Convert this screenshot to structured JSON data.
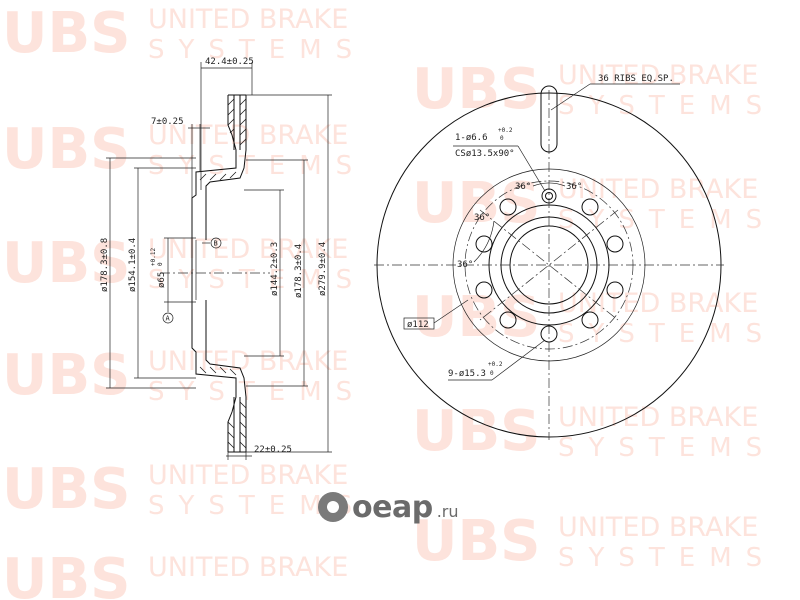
{
  "watermark": {
    "logo": "UBS",
    "line1": "UNITED BRAKE",
    "line2": "SYSTEMS"
  },
  "side_view": {
    "overall_width": "42.4±0.25",
    "hat_thickness": "7±0.25",
    "pad_thickness": "22±0.25",
    "diameter_178_outer": "ø178.3±0.8",
    "diameter_154": "ø154.1±0.4",
    "diameter_65": "ø65",
    "diameter_65_tol_top": "+0.12",
    "diameter_65_tol_bottom": "0",
    "diameter_144": "ø144.2±0.3",
    "diameter_178_inner": "ø178.3±0.4",
    "diameter_279": "ø279.9±0.4",
    "datum_a": "A",
    "datum_b": "B"
  },
  "front_view": {
    "ribs": "36 RIBS EQ.SP.",
    "hole_small_prefix": "1-ø6.6",
    "hole_small_tol_top": "+0.2",
    "hole_small_tol_bottom": "0",
    "countersink": "CSø13.5x90°",
    "pcd": "ø112",
    "bolt_holes_prefix": "9-ø15.3",
    "bolt_holes_tol_top": "+0.2",
    "bolt_holes_tol_bottom": "0",
    "angle_1": "36°",
    "angle_2": "36°",
    "angle_3": "36°",
    "angle_4": "36°"
  },
  "footer": {
    "brand": "oeap",
    "tld": ".ru"
  }
}
